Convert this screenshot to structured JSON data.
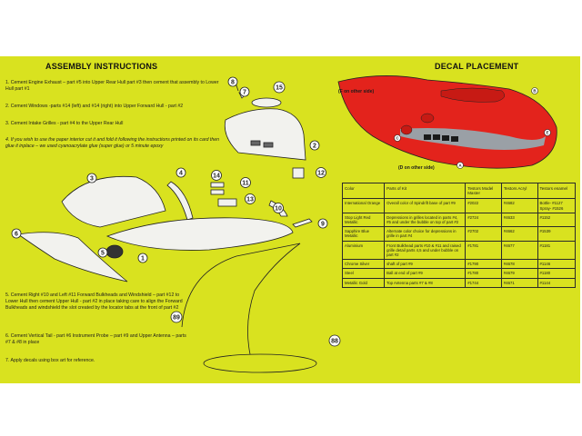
{
  "headings": {
    "assembly": "ASSEMBLY INSTRUCTIONS",
    "decal": "DECAL PLACEMENT"
  },
  "steps": [
    "1.  Cement Engine Exhaust – part #5 into Upper Rear Hull part #3 then cement that assembly to Lower Hull part #1",
    "2.  Cement Windows -parts #14 (left) and #14 (right) into Upper Forward Hull - part #2",
    "3.  Cement Intake Grilles - part #4 to the Upper Rear Hull",
    "4.  If you wish to use the paper interior cut it and fold it following the instructions printed on its card then glue it inplace – we used cyanoacrylate glue (super glue) or 5 minute epoxy",
    "5.  Cement Right #10 and Left #11 Forward Bulkheads and Windshield – part #12 to Lower Hull then cement Upper Hull - part #2 in place taking care to align the Forward Bulkheads and windshield the slot created by the locator tabs at the front of part #2",
    "6.  Cement Vertical Tail - part #6 Instrument Probe – part #9 and Upper Antenna – parts #7 & #8 in place",
    "7.  Apply decals using box art for reference."
  ],
  "part_callouts": [
    "1",
    "2",
    "3",
    "4",
    "5",
    "6",
    "7",
    "8",
    "9",
    "10",
    "11",
    "12",
    "13",
    "14",
    "15",
    "88",
    "89"
  ],
  "decal_callouts": {
    "top": "(F on other side)",
    "bottom": "(D on other side)",
    "letters": [
      "A",
      "B",
      "C",
      "D",
      "E",
      "F"
    ]
  },
  "table": {
    "header": [
      "Color",
      "Parts of Kit",
      "Testors Model Master",
      "Testors Acryl",
      "Testors enamel"
    ],
    "rows": [
      [
        "International Orange",
        "Overall color of Spindrift base of part #9",
        "#2022",
        "#4682",
        "Bottle- #1127 Spray- #1526"
      ],
      [
        "Stop Light Red Metallic",
        "Depressions in grilles located in parts #4, #5 and under the bubble on top of part #2",
        "#2724",
        "#4633",
        "#1152"
      ],
      [
        "Sapphire Blue Metallic",
        "Alternate color choice for depressions in grille in part #4",
        "#2702",
        "#4662",
        "#1539"
      ],
      [
        "Aluminium",
        "Front Bulkhead parts #10 & #11 and raised grille detail parts 4,5 and under bubble on part #2",
        "#1781",
        "#4677",
        "#1181"
      ],
      [
        "Chrome Silver",
        "shaft of part #9",
        "#1790",
        "#4678",
        "#1146"
      ],
      [
        "Steel",
        "Ball at end of part #9",
        "#1780",
        "#4679",
        "#1180"
      ],
      [
        "Metallic Gold",
        "Top Antenna parts #7 & #8",
        "#1744",
        "#4671",
        "#1144"
      ]
    ]
  },
  "colors": {
    "sheet": "#d9e21f",
    "hull_red": "#e3231c",
    "stripe": "#9aa0a6"
  }
}
